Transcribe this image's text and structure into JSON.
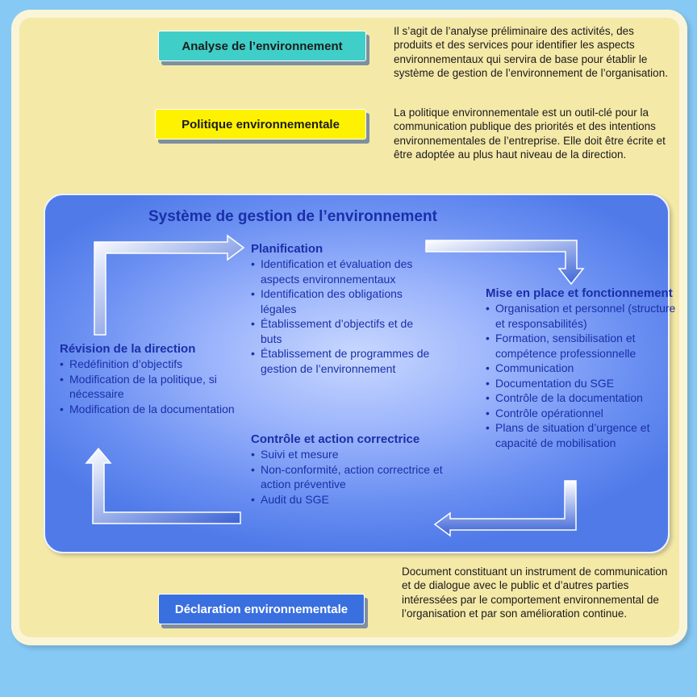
{
  "top_items": {
    "analyse": {
      "label": "Analyse de l’environnement",
      "description": "Il s’agit de l’analyse préliminaire des activités, des produits et des services pour identifier les aspects environnementaux qui servira de base pour établir le système de gestion de l’environnement de l’organisation."
    },
    "politique": {
      "label": "Politique environnementale",
      "description": "La politique environnementale est un outil-clé pour la communication publique des priorités et des intentions environnementales de l’entreprise. Elle doit être écrite et être adoptée au plus haut niveau de la direction."
    }
  },
  "sge": {
    "title": "Système de gestion de l’environnement",
    "planification": {
      "heading": "Planification",
      "items": [
        "Identification et évaluation des aspects environnementaux",
        "Identification des obligations légales",
        "Établissement d’objectifs et de buts",
        "Établissement de programmes de gestion de l’environnement"
      ]
    },
    "mise_en_place": {
      "heading": "Mise en place et fonctionnement",
      "items": [
        "Organisation et personnel (structure et responsabilités)",
        "Formation, sensibilisation et compétence professionnelle",
        "Communication",
        "Documentation du SGE",
        "Contrôle de la documentation",
        "Contrôle opérationnel",
        "Plans de situation d’urgence et capacité de mobilisation"
      ]
    },
    "revision": {
      "heading": "Révision de la direction",
      "items": [
        "Redéfinition d’objectifs",
        "Modification de la politique, si nécessaire",
        "Modification de la documentation"
      ]
    },
    "controle": {
      "heading": "Contrôle et action correctrice",
      "items": [
        "Suivi et mesure",
        "Non-conformité, action correctrice et action préventive",
        "Audit du SGE"
      ]
    }
  },
  "declaration": {
    "label": "Déclaration environnementale",
    "description": "Document constituant un instrument de communication et de dialogue avec le public et d’autres parties intéressées par le comportement environnemental de l’organisation et par son amélioration continue."
  },
  "colors": {
    "analyse_pill": "#3fcfc8",
    "politique_pill": "#fff200",
    "declaration_pill": "#3a6fe0",
    "sge_text": "#1a2fa8",
    "frame": "#f5e9a8",
    "background": "#87c9f5"
  }
}
